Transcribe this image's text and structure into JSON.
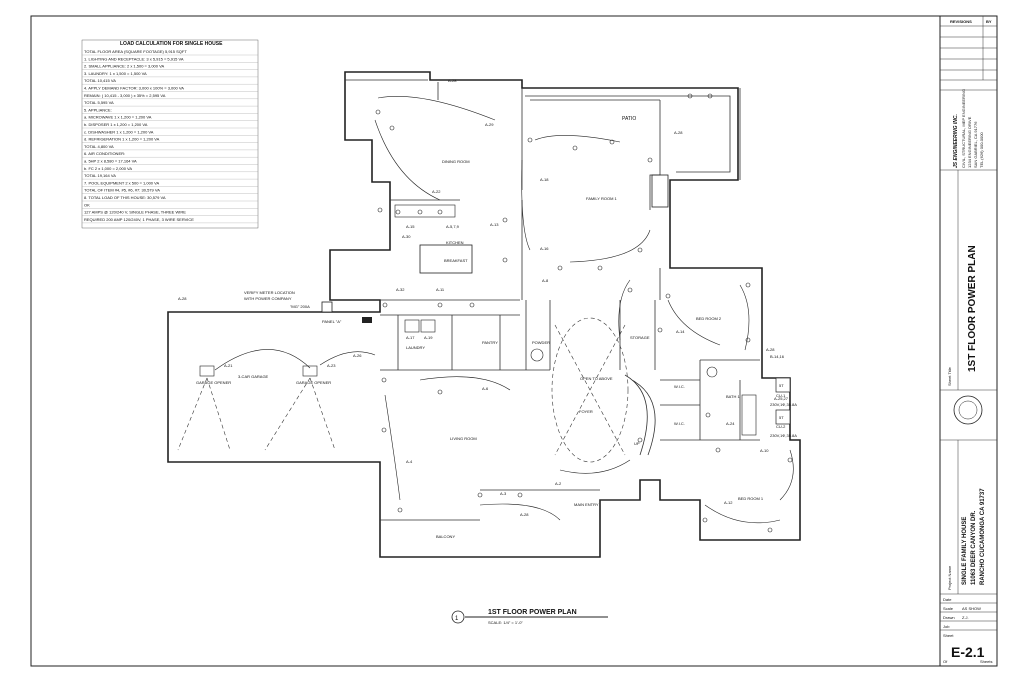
{
  "load_calc": {
    "title": "LOAD CALCULATION FOR SINGLE HOUSE",
    "rows": [
      "TOTAL FLOOR AREA (SQUARE FOOTAGE)        5,915 SQFT",
      "1. LIGHTING AND RECEPTACLE:      3 x 5,915 = 5,915 VA",
      "2. SMALL APPLIANCE:              2 x 1,500 = 3,000 VA",
      "3. LAUNDRY:                      1 x 1,500 = 1,500 VA",
      "                                     TOTAL   10,415 VA",
      "4. APPLY DEMAND FACTOR:       3,000 x 100% = 3,000 VA",
      "   REMAIN:   ( 10,415 - 3,000 ) x 35% = 2,595 VA",
      "                                     TOTAL    5,595 VA",
      "5. APPLIANCE:",
      "   a. MICROWAVE                  1 x 1,200 = 1,200 VA",
      "   b. DISPOSER                   1 x 1,200 = 1,200 VA",
      "   c. DISHWASHER                 1 x 1,200 = 1,200 VA",
      "   d. REFRIGERATION              1 x 1,200 = 1,200 VA",
      "                                     TOTAL    4,800 VA",
      "6. AIR CONDITIONER:",
      "   a. 5HP                        2 x 8,580 = 17,164 VA",
      "   b. FC                         2 x 1,000 = 2,000 VA",
      "                                     TOTAL   19,164 VA",
      "7. POOL EQUIPMENT                2 x  500 = 1,000 VA",
      "   TOTAL OF ITEM #4, #5, #6, #7:             30,579 VA",
      "8. TOTAL LOAD OF THIS HOUSE:                 30,579 VA",
      "   OK",
      "   127 AMPS @ 120/240 V, SINGLE PHASE, THREE WIRE",
      "   REQUIRED 200 AMP 120/240V, 1 PHASE, 3 WIRE SERVICE"
    ]
  },
  "rooms": {
    "patio": "PATIO",
    "dining_room": "DINING ROOM",
    "family_room": "FAMILY ROOM 1",
    "kitchen": "KITCHEN",
    "breakfast": "BREAKFAST",
    "laundry": "LAUNDRY",
    "pantry": "PANTRY",
    "powder": "POWDER",
    "storage": "STORAGE",
    "bed_room_2": "BED ROOM 2",
    "bed_room_1": "BED ROOM 1",
    "bath_1": "BATH 1",
    "wic_1": "W.I.C.",
    "wic_2": "W.I.C.",
    "garage": "3-CAR GARAGE",
    "living_room": "LIVING ROOM",
    "foyer": "FOYER",
    "open_above": "OPEN TO ABOVE",
    "main_entry": "MAIN ENTRY",
    "balcony": "BALCONY",
    "up": "UP"
  },
  "circuits": {
    "a28_top": "A-28",
    "a29": "A-29",
    "a28_patio": "A-28",
    "a18": "A-18",
    "a22": "A-22",
    "a15": "A-15",
    "a13": "A-13",
    "a579": "A-5,7,9",
    "a30": "A-30",
    "a16": "A-16",
    "a8": "A-8",
    "a32": "A-32",
    "a11": "A-11",
    "a17": "A-17",
    "a19": "A-19",
    "a28_garage": "A-28",
    "a21": "A-21",
    "a23": "A-23",
    "a26": "A-26",
    "a6": "A-6",
    "a4": "A-4",
    "a2": "A-2",
    "a3": "A-3",
    "a28_bottom": "A-28",
    "a14": "A-14",
    "a28_bed2": "A-28",
    "b1416": "B-14,16",
    "a2527": "A-25,27",
    "a24": "A-24",
    "a10": "A-10",
    "a12": "A-12"
  },
  "equipment": {
    "meter_note_1": "VERIFY METER LOCATION",
    "meter_note_2": "WITH POWER COMPANY",
    "meter_rating": "\"MG\" 200A",
    "panel": "PANEL \"A\"",
    "cu1_id": "5T",
    "cu1_name": "CU-1",
    "cu1_spec": "230V,1Ф,35.8A",
    "cu2_id": "5T",
    "cu2_name": "CU-2",
    "cu2_spec": "230V,1Ф,35.8A",
    "garage_door_1": "GARAGE OPENER",
    "garage_door_2": "GARAGE OPENER"
  },
  "drawing_title": {
    "number": "1",
    "title": "1ST FLOOR POWER PLAN",
    "scale": "SCALE: 1/4\" = 1'-0\""
  },
  "title_block": {
    "revisions": "REVISIONS",
    "by": "BY",
    "company": "JS ENGINEERING INC.",
    "company_lines": [
      "CIVIL, STRUCTURAL, MEP ENGINEERING",
      "1234 ENGINEERING DRIVE",
      "SAN GABRIEL, CA 91776",
      "TEL (626) 000-0000"
    ],
    "sheet_title_label": "Sheet Title",
    "sheet_title": "1ST FLOOR POWER PLAN",
    "project_name_label": "Project Name",
    "project_name_1": "SINGLE FAMILY HOUSE",
    "project_name_2": "11063 DEER CANYON DR.",
    "project_name_3": "RANCHO CUCAMONGA CA 91737",
    "date_label": "Date",
    "scale_label": "Scale",
    "scale_value": "AS SHOW",
    "drawn_label": "Drawn",
    "drawn_value": "Z.J.",
    "job_label": "Job",
    "sheet_label": "Sheet",
    "sheet_number": "E-2.1",
    "of_label": "Of",
    "sheets_label": "Sheets"
  }
}
